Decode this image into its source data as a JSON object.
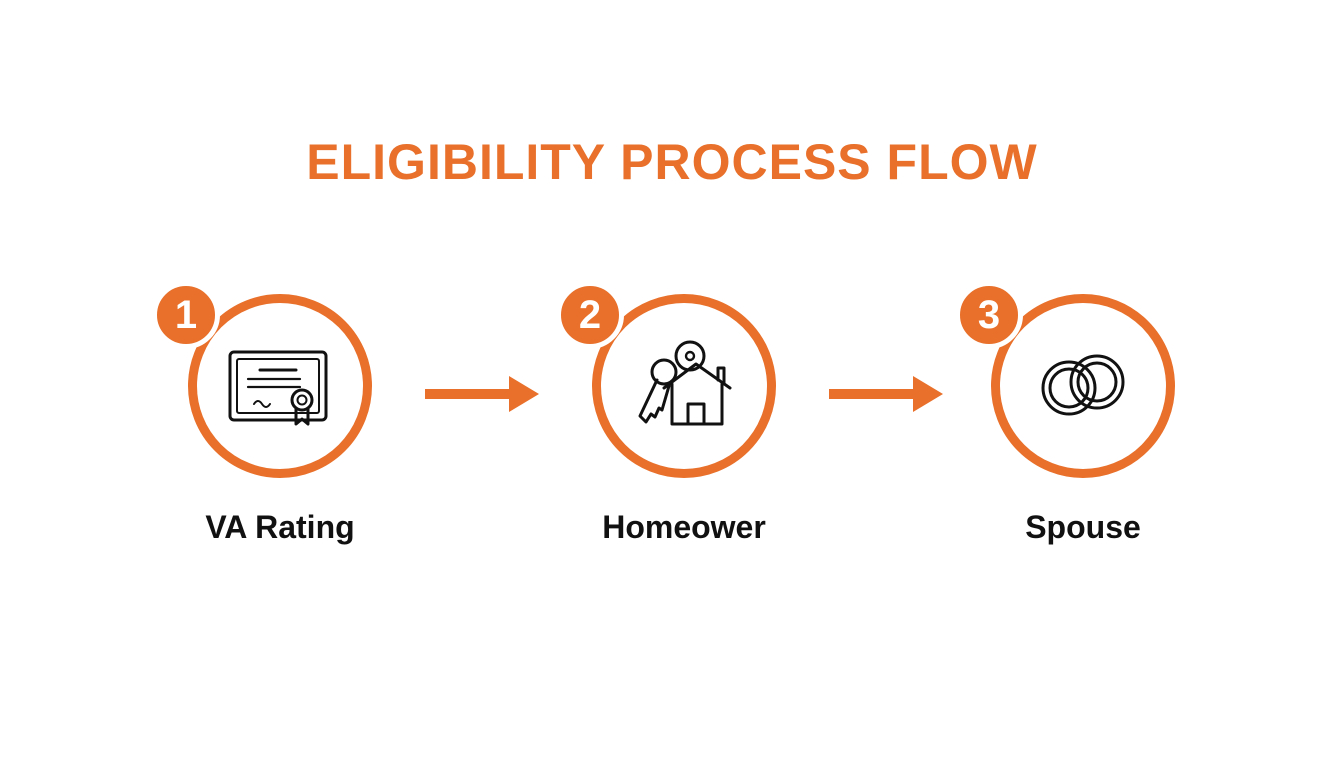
{
  "title": "ELIGIBILITY PROCESS FLOW",
  "colors": {
    "accent": "#E8702A",
    "text": "#111111",
    "background": "#FFFFFF"
  },
  "steps": [
    {
      "number": "1",
      "label": "VA Rating",
      "icon": "certificate-icon"
    },
    {
      "number": "2",
      "label": "Homeower",
      "icon": "house-key-icon"
    },
    {
      "number": "3",
      "label": "Spouse",
      "icon": "wedding-rings-icon"
    }
  ],
  "connectors": [
    "arrow-right-icon",
    "arrow-right-icon"
  ]
}
